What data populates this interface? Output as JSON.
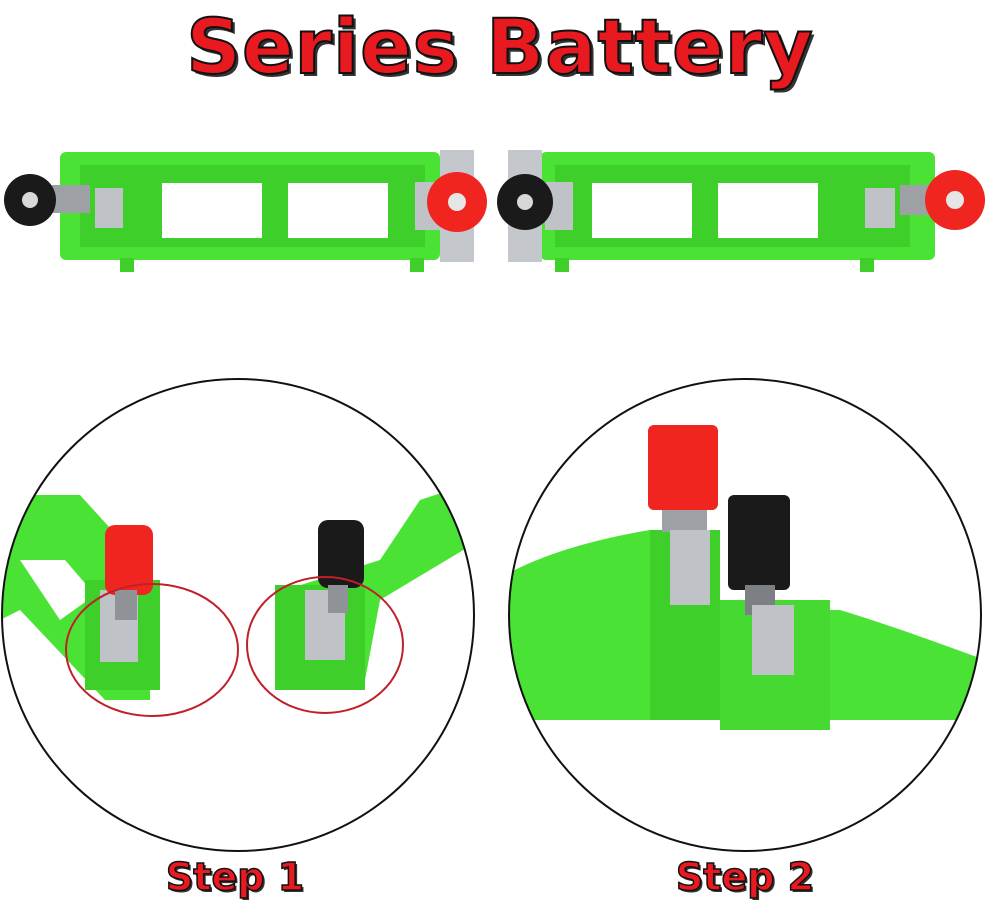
{
  "title": "Series Battery",
  "steps": [
    {
      "label": "Step 1"
    },
    {
      "label": "Step 2"
    }
  ],
  "colors": {
    "title": "#e8191f",
    "holder_green": "#4be236",
    "terminal_red": "#f0251f",
    "terminal_black": "#1a1a1a",
    "metal_clip": "#b8bcc2",
    "highlight_circle": "#c0202a"
  }
}
